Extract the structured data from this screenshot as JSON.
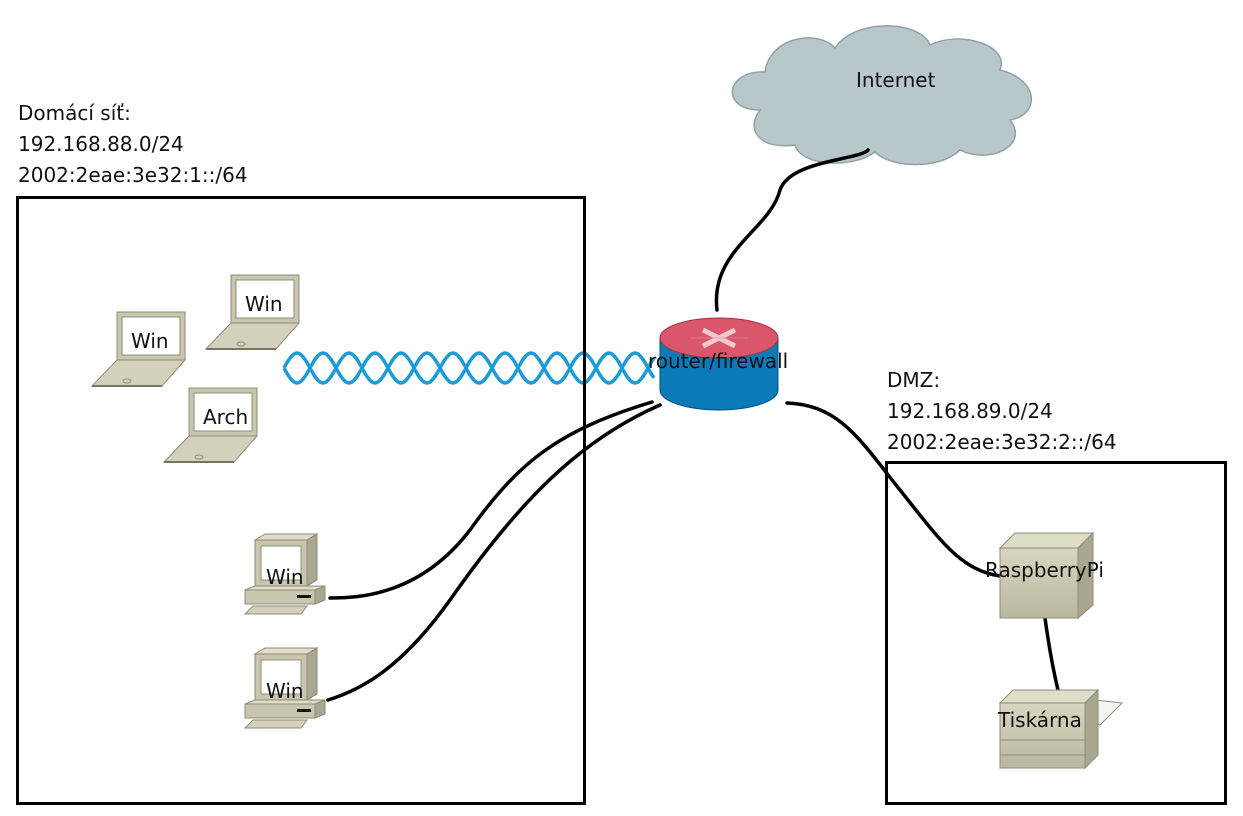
{
  "home_network": {
    "name": "Domácí síť:",
    "ipv4": "192.168.88.0/24",
    "ipv6": "2002:2eae:3e32:1::/64",
    "devices": {
      "laptop_1": "Win",
      "laptop_2": "Win",
      "laptop_3": "Arch",
      "desktop_1": "Win",
      "desktop_2": "Win"
    }
  },
  "dmz": {
    "name": "DMZ:",
    "ipv4": "192.168.89.0/24",
    "ipv6": "2002:2eae:3e32:2::/64",
    "devices": {
      "server": "RaspberryPi",
      "printer": "Tiskárna"
    }
  },
  "router": {
    "label": "router/firewall"
  },
  "internet": {
    "label": "Internet"
  },
  "colors": {
    "wireless": "#1b9bd7",
    "router_top": "#d9566b",
    "router_body": "#0a7ab8",
    "cloud": "#b8c7c9",
    "device_beige": "#c8c6ae"
  }
}
